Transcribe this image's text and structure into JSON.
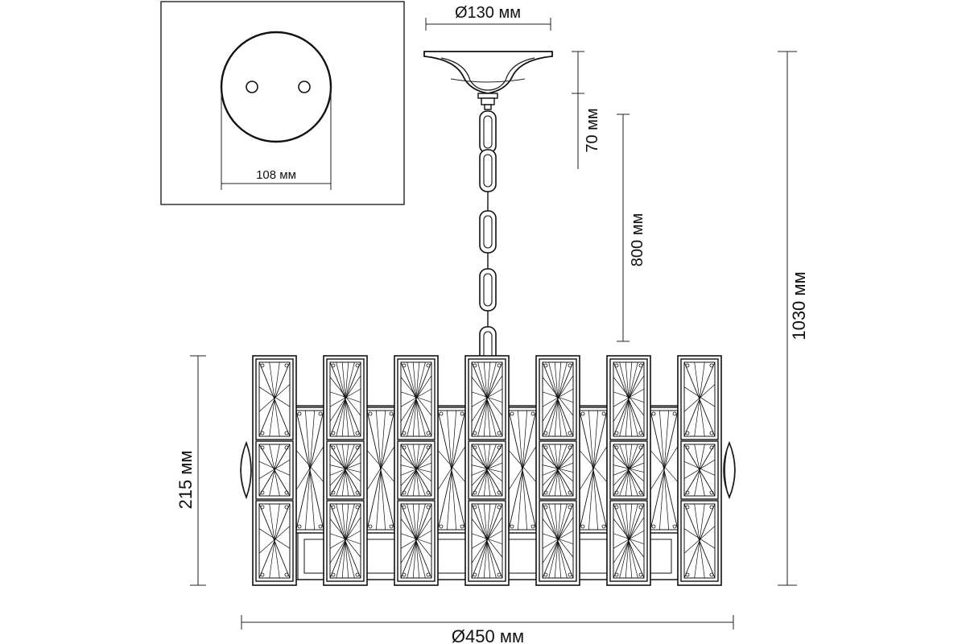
{
  "dimensions": {
    "canopy_diameter": "Ø130 мм",
    "canopy_height": "70 мм",
    "chain_length": "800 мм",
    "total_height": "1030 мм",
    "body_height": "215 мм",
    "body_diameter": "Ø450 мм",
    "mount_plate_spacing": "108 мм"
  },
  "columns": {
    "tall_count": 7,
    "short_count": 6
  },
  "colors": {
    "line": "#1a1a1a",
    "background": "#ffffff"
  }
}
